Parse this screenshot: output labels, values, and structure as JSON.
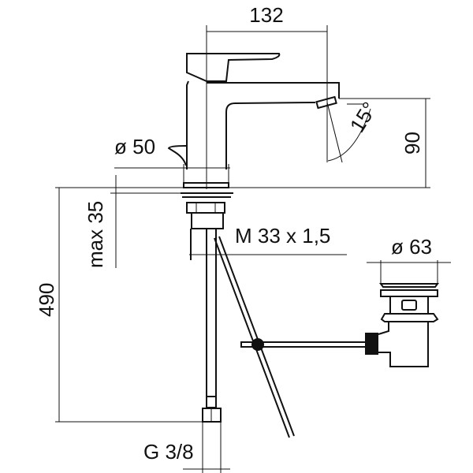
{
  "diagram": {
    "title": "Basin mixer technical drawing",
    "dimensions": {
      "spout_reach": "132",
      "spout_height": "90",
      "spout_angle": "15°",
      "base_diameter": "ø 50",
      "max_deck_thickness": "max 35",
      "total_height": "490",
      "thread": "M 33 x 1,5",
      "waste_diameter": "ø 63",
      "connection": "G 3/8"
    },
    "colors": {
      "line": "#111111",
      "background": "#ffffff"
    }
  }
}
